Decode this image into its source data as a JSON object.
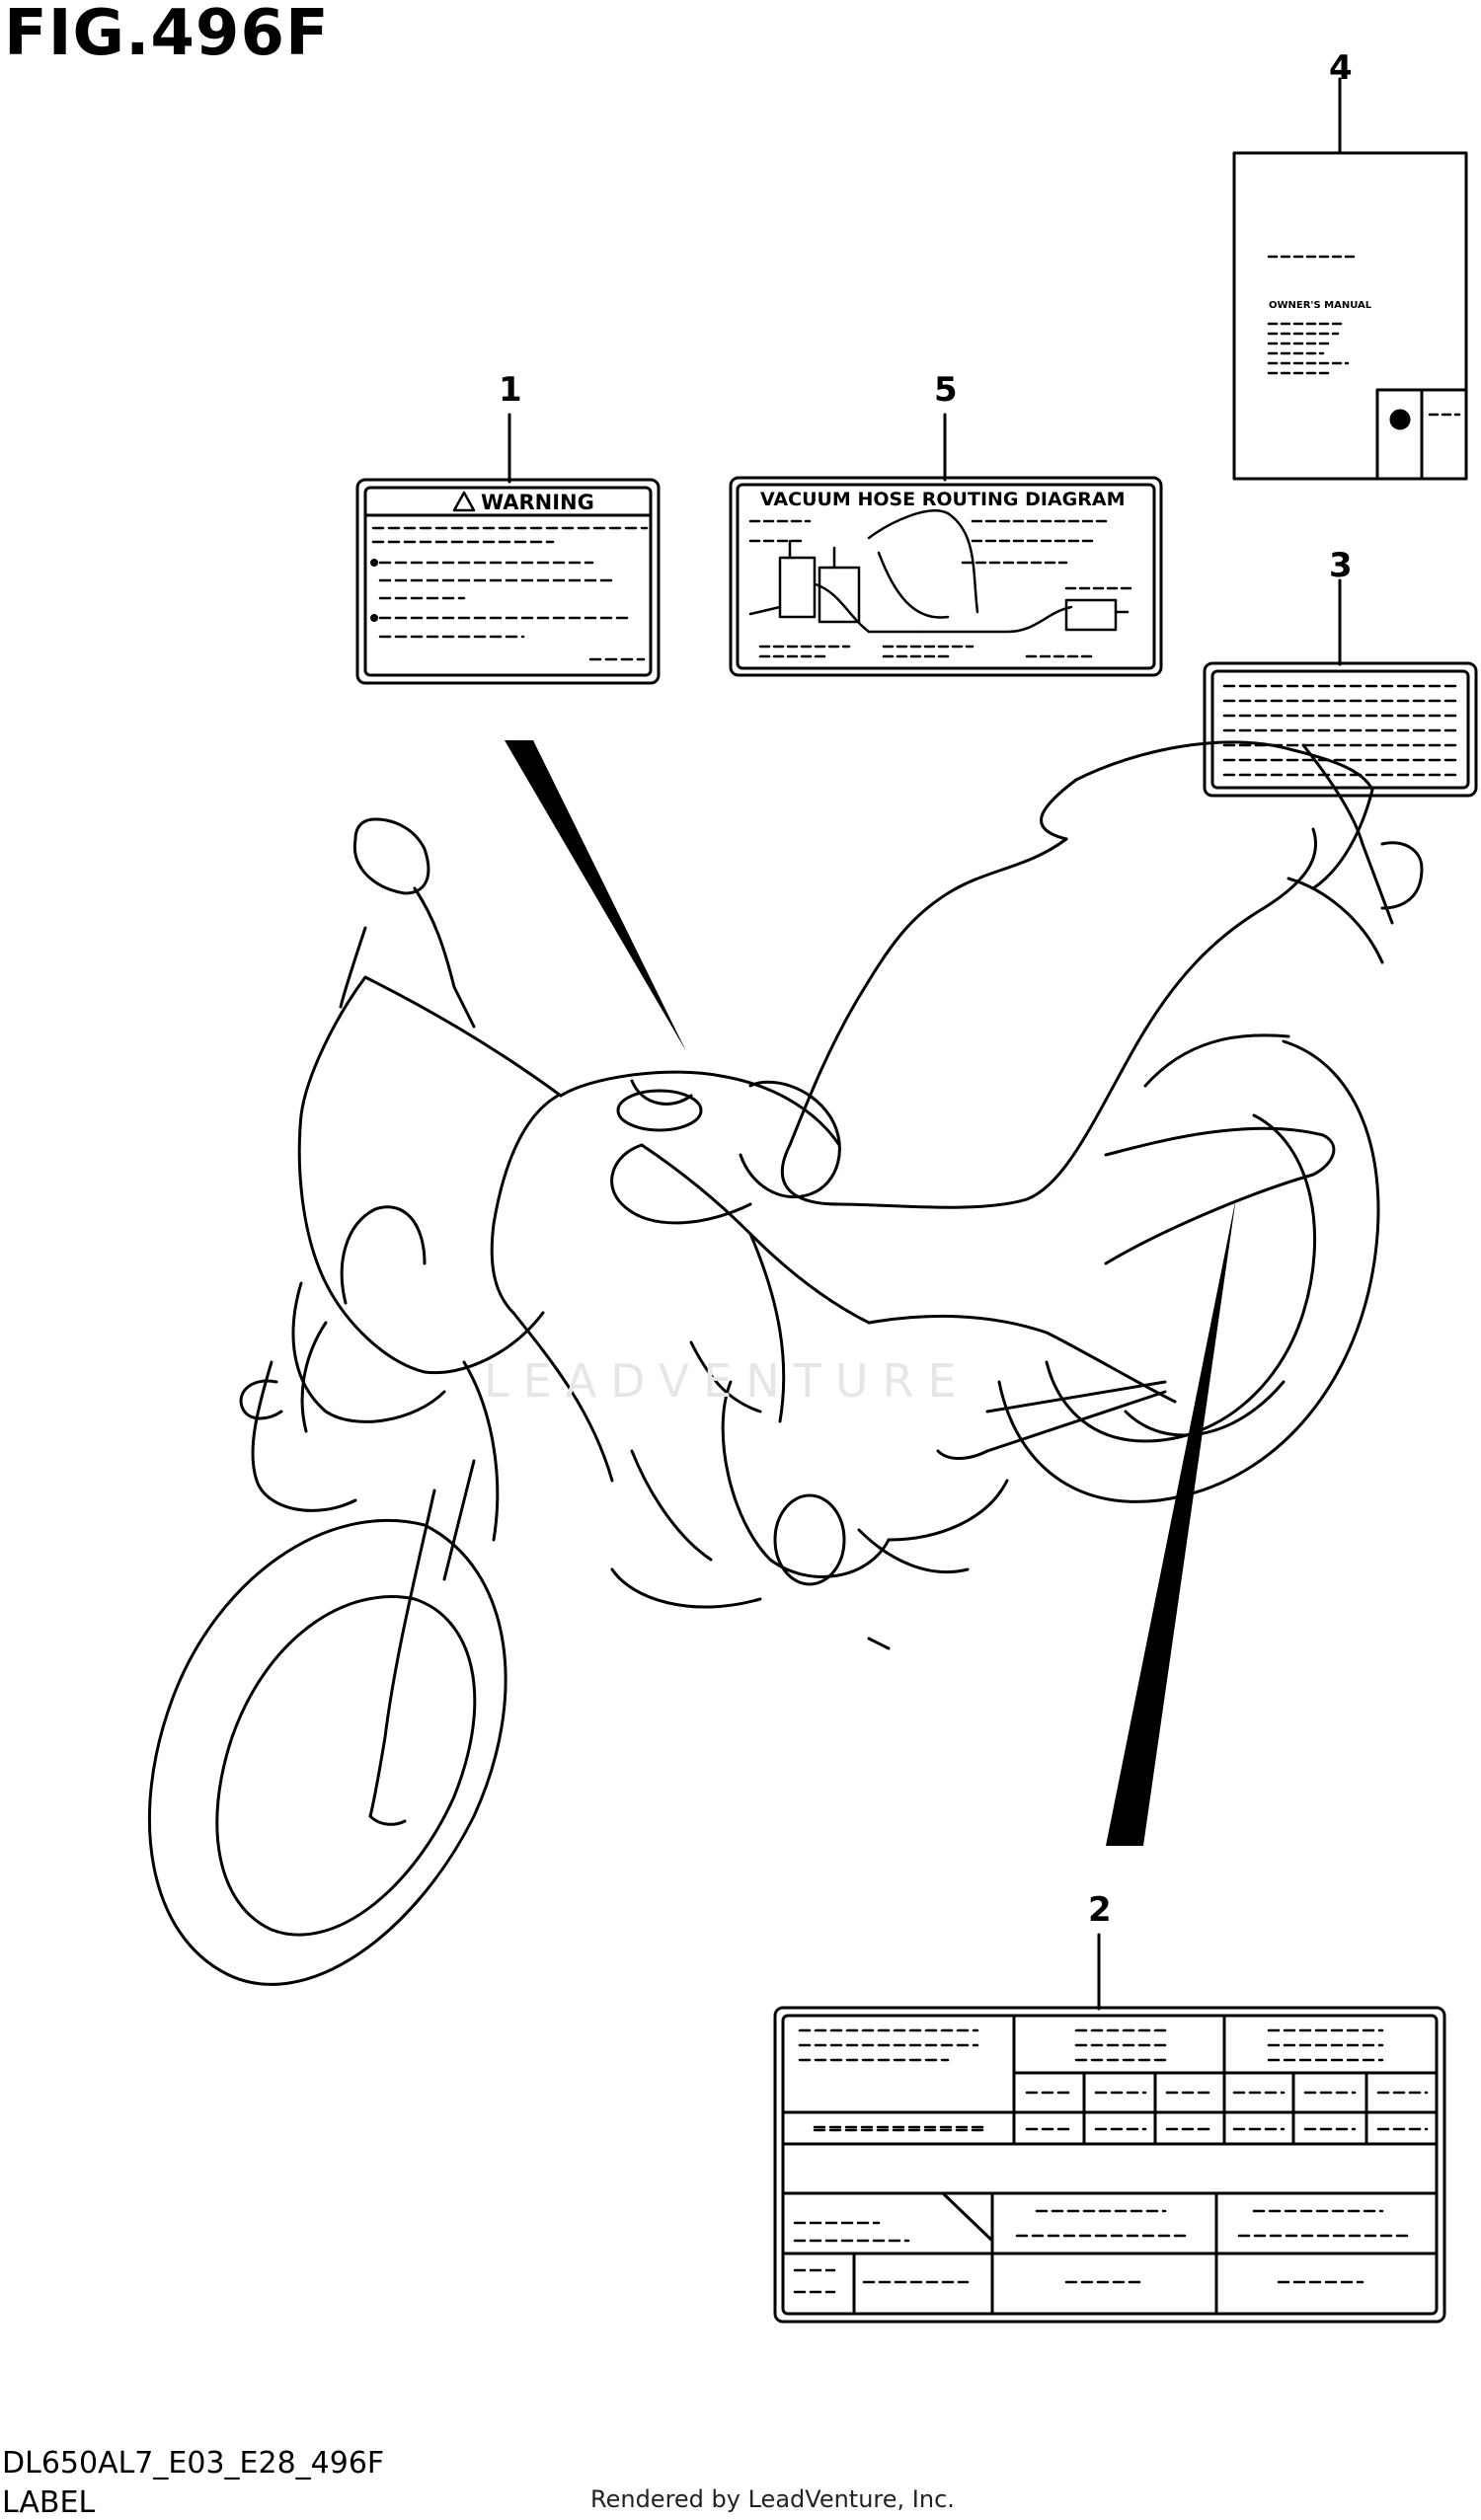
{
  "figure": {
    "title": "FIG.496F",
    "code": "DL650AL7_E03_E28_496F",
    "name": "LABEL",
    "credit": "Rendered by LeadVenture, Inc.",
    "watermark": "LEADVENTURE"
  },
  "callouts": [
    "1",
    "2",
    "3",
    "4",
    "5"
  ],
  "labels": {
    "warning": {
      "heading": "WARNING"
    },
    "vacuum": {
      "heading": "VACUUM HOSE ROUTING DIAGRAM"
    },
    "manual": {
      "heading": "OWNER'S MANUAL"
    }
  }
}
